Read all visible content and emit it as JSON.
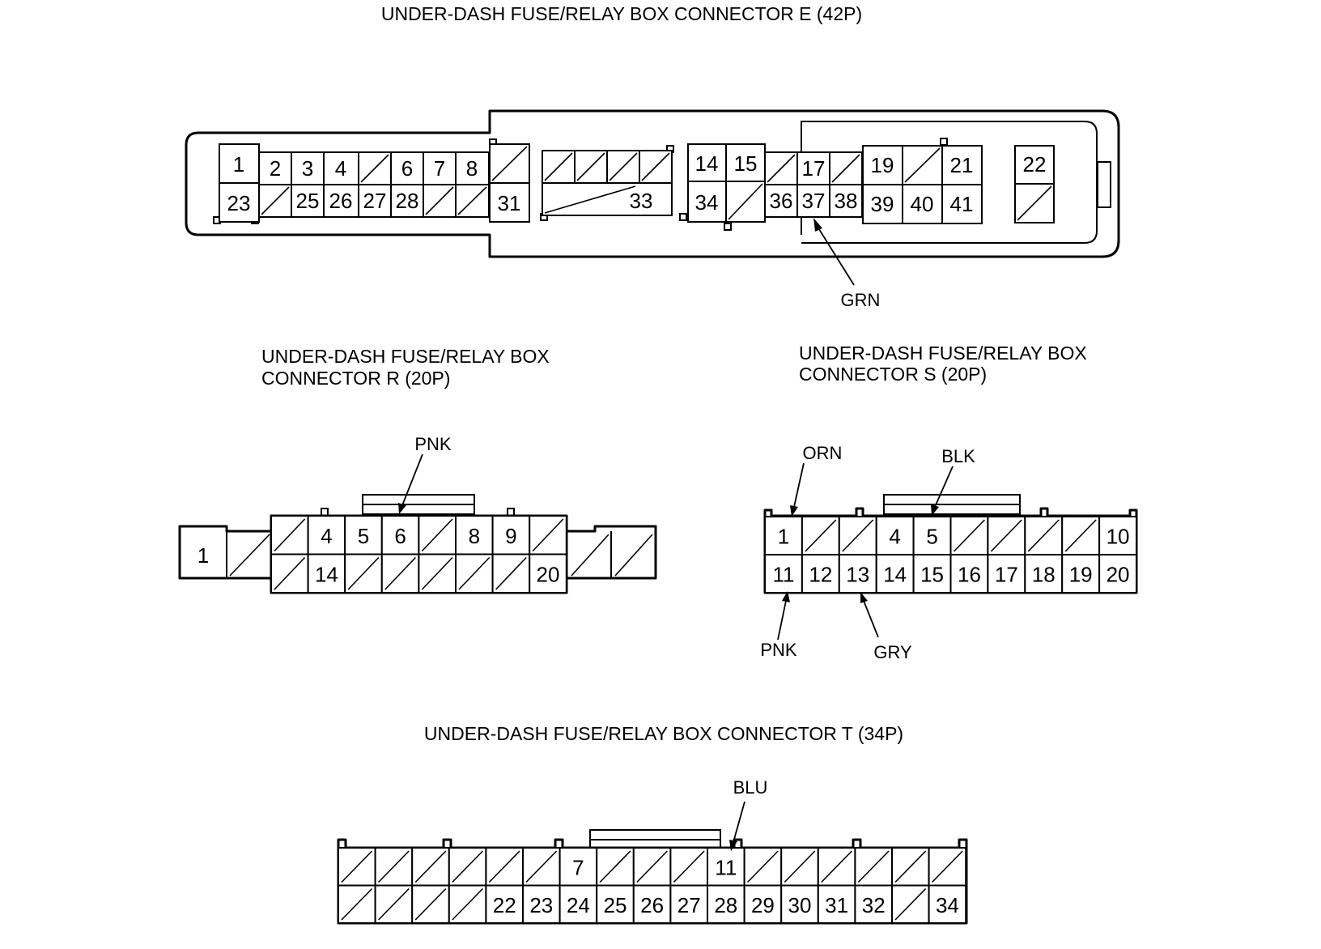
{
  "connectors": [
    {
      "id": "E",
      "title": "UNDER-DASH FUSE/RELAY BOX CONNECTOR E (42P)",
      "top_row": [
        "1",
        "2",
        "3",
        "4",
        "",
        "6",
        "7",
        "8",
        "",
        "",
        "",
        "",
        "",
        "14",
        "15",
        "",
        "17",
        "",
        "19",
        "",
        "21",
        "22"
      ],
      "bottom_row": [
        "23",
        "",
        "25",
        "26",
        "27",
        "28",
        "",
        "",
        "31",
        "33",
        "34",
        "",
        "36",
        "37",
        "38",
        "39",
        "40",
        "41",
        ""
      ],
      "wire_labels": [
        {
          "pin": "37",
          "color": "GRN"
        }
      ]
    },
    {
      "id": "R",
      "title_lines": [
        "UNDER-DASH FUSE/RELAY BOX",
        "CONNECTOR R (20P)"
      ],
      "side_pin": "1",
      "top_row": [
        "",
        "4",
        "5",
        "6",
        "",
        "8",
        "9",
        ""
      ],
      "bottom_row": [
        "",
        "14",
        "",
        "",
        "",
        "",
        "",
        "20"
      ],
      "wire_labels": [
        {
          "pin": "6",
          "color": "PNK"
        }
      ]
    },
    {
      "id": "S",
      "title_lines": [
        "UNDER-DASH FUSE/RELAY BOX",
        "CONNECTOR S (20P)"
      ],
      "top_row": [
        "1",
        "",
        "",
        "4",
        "5",
        "",
        "",
        "",
        "",
        "10"
      ],
      "bottom_row": [
        "11",
        "12",
        "13",
        "14",
        "15",
        "16",
        "17",
        "18",
        "19",
        "20"
      ],
      "wire_labels": [
        {
          "pin": "1",
          "color": "ORN"
        },
        {
          "pin": "5",
          "color": "BLK"
        },
        {
          "pin": "11",
          "color": "PNK"
        },
        {
          "pin": "13",
          "color": "GRY"
        }
      ]
    },
    {
      "id": "T",
      "title": "UNDER-DASH FUSE/RELAY BOX CONNECTOR T (34P)",
      "top_row": [
        "",
        "",
        "",
        "",
        "",
        "",
        "7",
        "",
        "",
        "",
        "11",
        "",
        "",
        "",
        "",
        "",
        ""
      ],
      "bottom_row": [
        "",
        "",
        "",
        "",
        "22",
        "23",
        "24",
        "25",
        "26",
        "27",
        "28",
        "29",
        "30",
        "31",
        "32",
        "",
        "34"
      ],
      "wire_labels": [
        {
          "pin": "11",
          "color": "BLU"
        }
      ]
    }
  ]
}
